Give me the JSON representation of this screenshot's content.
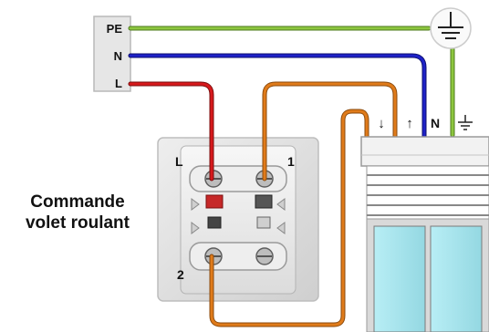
{
  "terminal_block": {
    "labels": [
      "PE",
      "N",
      "L"
    ]
  },
  "switch": {
    "label_l": "L",
    "label_1": "1",
    "label_2": "2"
  },
  "motor_terminals": {
    "down_symbol": "↓",
    "up_symbol": "↑",
    "neutral_label": "N",
    "earth_symbol": "ground-symbol"
  },
  "caption": {
    "line1": "Commande",
    "line2": "volet roulant"
  },
  "colors": {
    "earth_wire": "#8dc63f",
    "neutral_wire": "#1e22c8",
    "live_wire": "#d7191c",
    "switched_wire": "#e07b1a",
    "switch_plate": "#d9d9d9",
    "shutter_glass": "#a8e4ec"
  }
}
